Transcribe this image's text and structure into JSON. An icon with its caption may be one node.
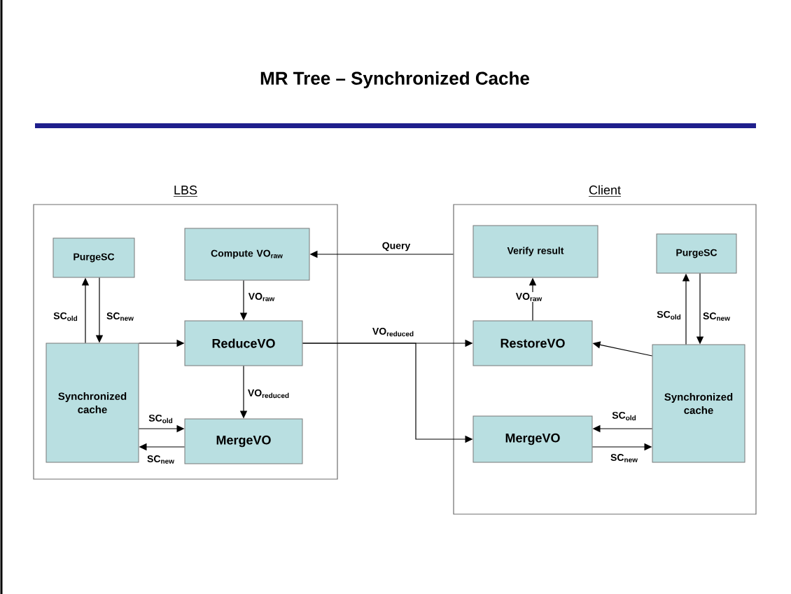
{
  "diagram": {
    "title": "MR Tree – Synchronized Cache",
    "nodes": [
      {
        "text": [
          "LBS"
        ]
      },
      {
        "text": [
          "PurgeSC"
        ],
        "in": 0
      },
      {
        "text": [
          "Compute VO$_{raw}$"
        ],
        "in": 0
      },
      {
        "text": [
          "Synchronized cache"
        ],
        "in": 0
      },
      {
        "text": [
          "ReduceVO"
        ],
        "in": 0
      },
      {
        "text": [
          "MergeVO"
        ],
        "in": 0
      },
      {
        "text": [
          "Client"
        ]
      },
      {
        "text": [
          "Verify result"
        ],
        "in": 6
      },
      {
        "text": [
          "PurgeSC"
        ],
        "in": 6
      },
      {
        "text": [
          "RestoreVO"
        ],
        "in": 6
      },
      {
        "text": [
          "Synchronized cache"
        ],
        "in": 6
      },
      {
        "text": [
          "MergeVO"
        ],
        "in": 6
      }
    ],
    "edges": [
      {
        "from": 6,
        "to": 2,
        "arrow": "to",
        "label": "Query"
      },
      {
        "from": 2,
        "to": 4,
        "arrow": "to",
        "label": "VO$_{raw}$"
      },
      {
        "from": 3,
        "to": 1,
        "arrow": "to",
        "label": "SC$_{old}$"
      },
      {
        "from": 1,
        "to": 3,
        "arrow": "to",
        "label": "SC$_{new}$"
      },
      {
        "from": 3,
        "to": 4,
        "arrow": "to"
      },
      {
        "from": 4,
        "to": 5,
        "arrow": "to",
        "label": "VO$_{reduced}$"
      },
      {
        "from": 3,
        "to": 5,
        "arrow": "to",
        "label": "SC$_{old}$"
      },
      {
        "from": 5,
        "to": 3,
        "arrow": "to",
        "label": "SC$_{new}$"
      },
      {
        "from": 4,
        "to": 9,
        "arrow": "to",
        "label": "VO$_{reduced}$"
      },
      {
        "from": 4,
        "to": 11,
        "arrow": "to"
      },
      {
        "from": 9,
        "to": 7,
        "arrow": "to",
        "label": "VO$_{raw}$"
      },
      {
        "from": 10,
        "to": 8,
        "arrow": "to",
        "label": "SC$_{old}$"
      },
      {
        "from": 8,
        "to": 10,
        "arrow": "to",
        "label": "SC$_{new}$"
      },
      {
        "from": 10,
        "to": 9,
        "arrow": "to"
      },
      {
        "from": 10,
        "to": 11,
        "arrow": "to",
        "label": "SC$_{old}$"
      },
      {
        "from": 11,
        "to": 10,
        "arrow": "to",
        "label": "SC$_{new}$"
      }
    ]
  }
}
